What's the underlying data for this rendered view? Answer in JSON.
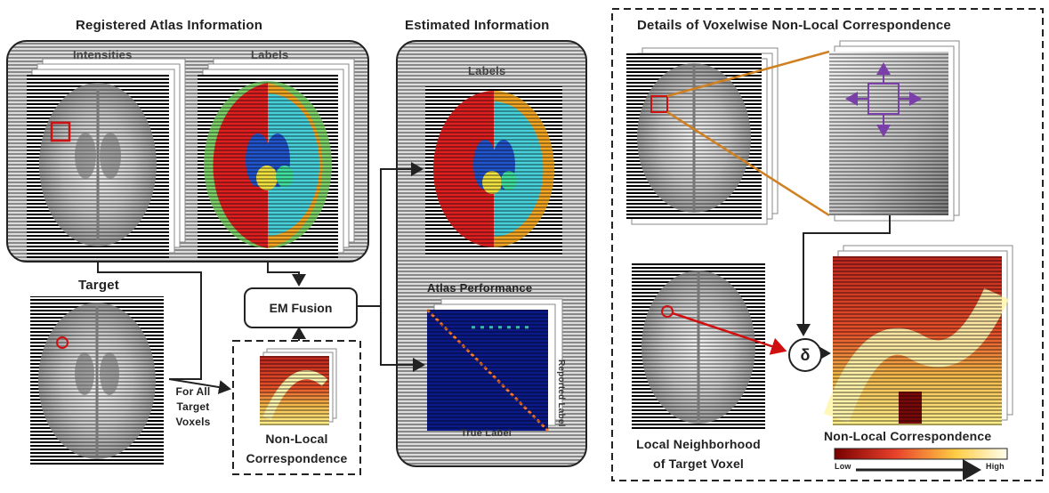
{
  "titles": {
    "registered": "Registered Atlas Information",
    "estimated": "Estimated Information",
    "details": "Details of Voxelwise Non-Local Correspondence"
  },
  "labels": {
    "intensities": "Intensities",
    "labels_atlas": "Labels",
    "labels_est": "Labels",
    "target": "Target",
    "em_fusion": "EM Fusion",
    "atlas_performance": "Atlas Performance",
    "reported_label": "Reported Label",
    "true_label": "True Label",
    "for_all_1": "For All",
    "for_all_2": "Target",
    "for_all_3": "Voxels",
    "nlc_1": "Non-Local",
    "nlc_2": "Correspondence",
    "local_1": "Local Neighborhood",
    "local_2": "of Target Voxel",
    "nlc_right": "Non-Local Correspondence",
    "low": "Low",
    "high": "High",
    "delta": "δ"
  }
}
